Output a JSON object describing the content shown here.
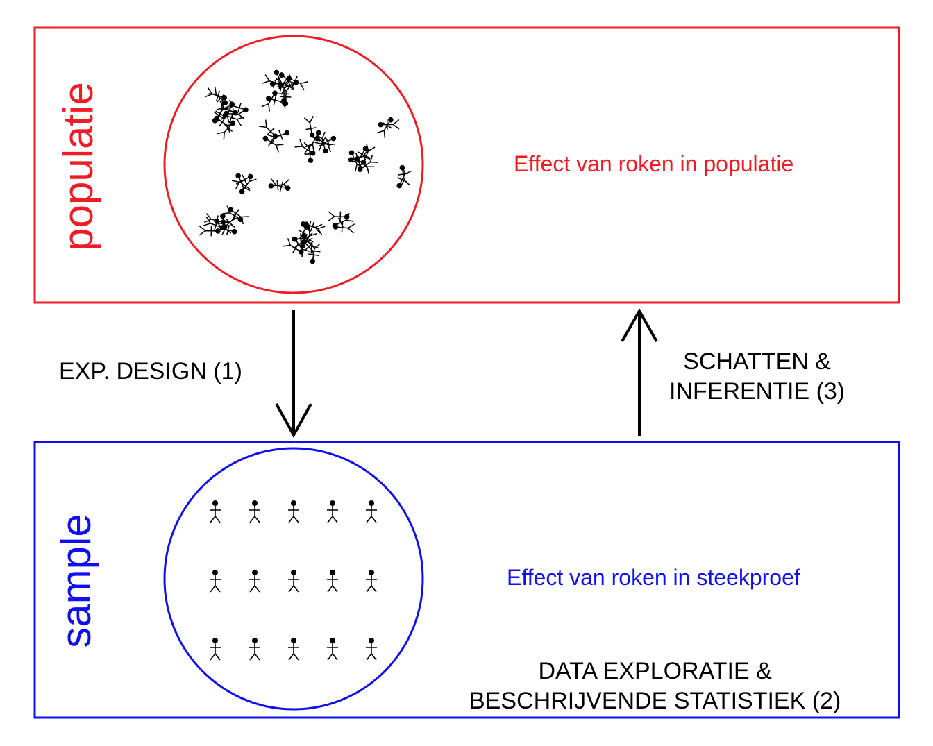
{
  "colors": {
    "population": "#ee1c25",
    "sample": "#1010ee",
    "ink": "#000000"
  },
  "population": {
    "label": "populatie",
    "effect": "Effect van roken in populatie"
  },
  "sample": {
    "label": "sample",
    "effect": "Effect van roken in steekproef"
  },
  "steps": {
    "design": "EXP. DESIGN (1)",
    "inference_line1": "SCHATTEN &",
    "inference_line2": "INFERENTIE (3)",
    "exploration_line1": "DATA EXPLORATIE &",
    "exploration_line2": "BESCHRIJVENDE STATISTIEK (2)"
  },
  "icons": {
    "person": "stick-figure-icon",
    "arrow_down": "arrow-down-icon",
    "arrow_up": "arrow-up-icon"
  }
}
